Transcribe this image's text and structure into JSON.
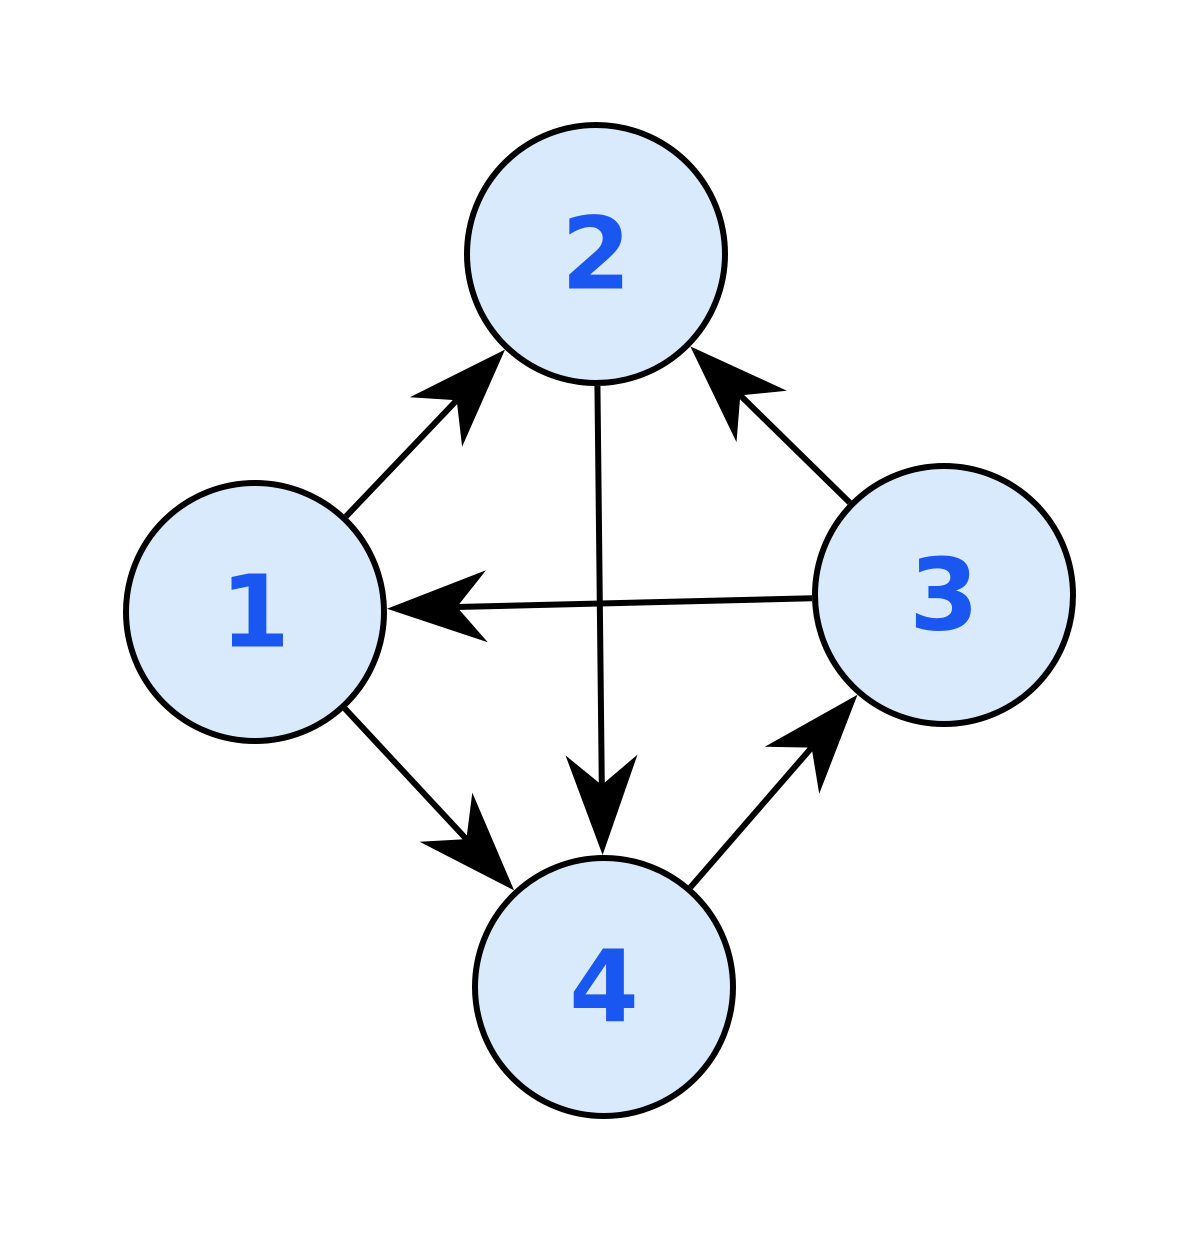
{
  "colors": {
    "node_fill": "#d9eafc",
    "node_stroke": "#000000",
    "label_color": "#1a56f0",
    "edge_color": "#000000",
    "background": "#ffffff"
  },
  "nodes": [
    {
      "id": "1",
      "label": "1"
    },
    {
      "id": "2",
      "label": "2"
    },
    {
      "id": "3",
      "label": "3"
    },
    {
      "id": "4",
      "label": "4"
    }
  ],
  "edges": [
    {
      "from": "1",
      "to": "2"
    },
    {
      "from": "1",
      "to": "4"
    },
    {
      "from": "2",
      "to": "4"
    },
    {
      "from": "3",
      "to": "2"
    },
    {
      "from": "3",
      "to": "1"
    },
    {
      "from": "4",
      "to": "3"
    }
  ]
}
